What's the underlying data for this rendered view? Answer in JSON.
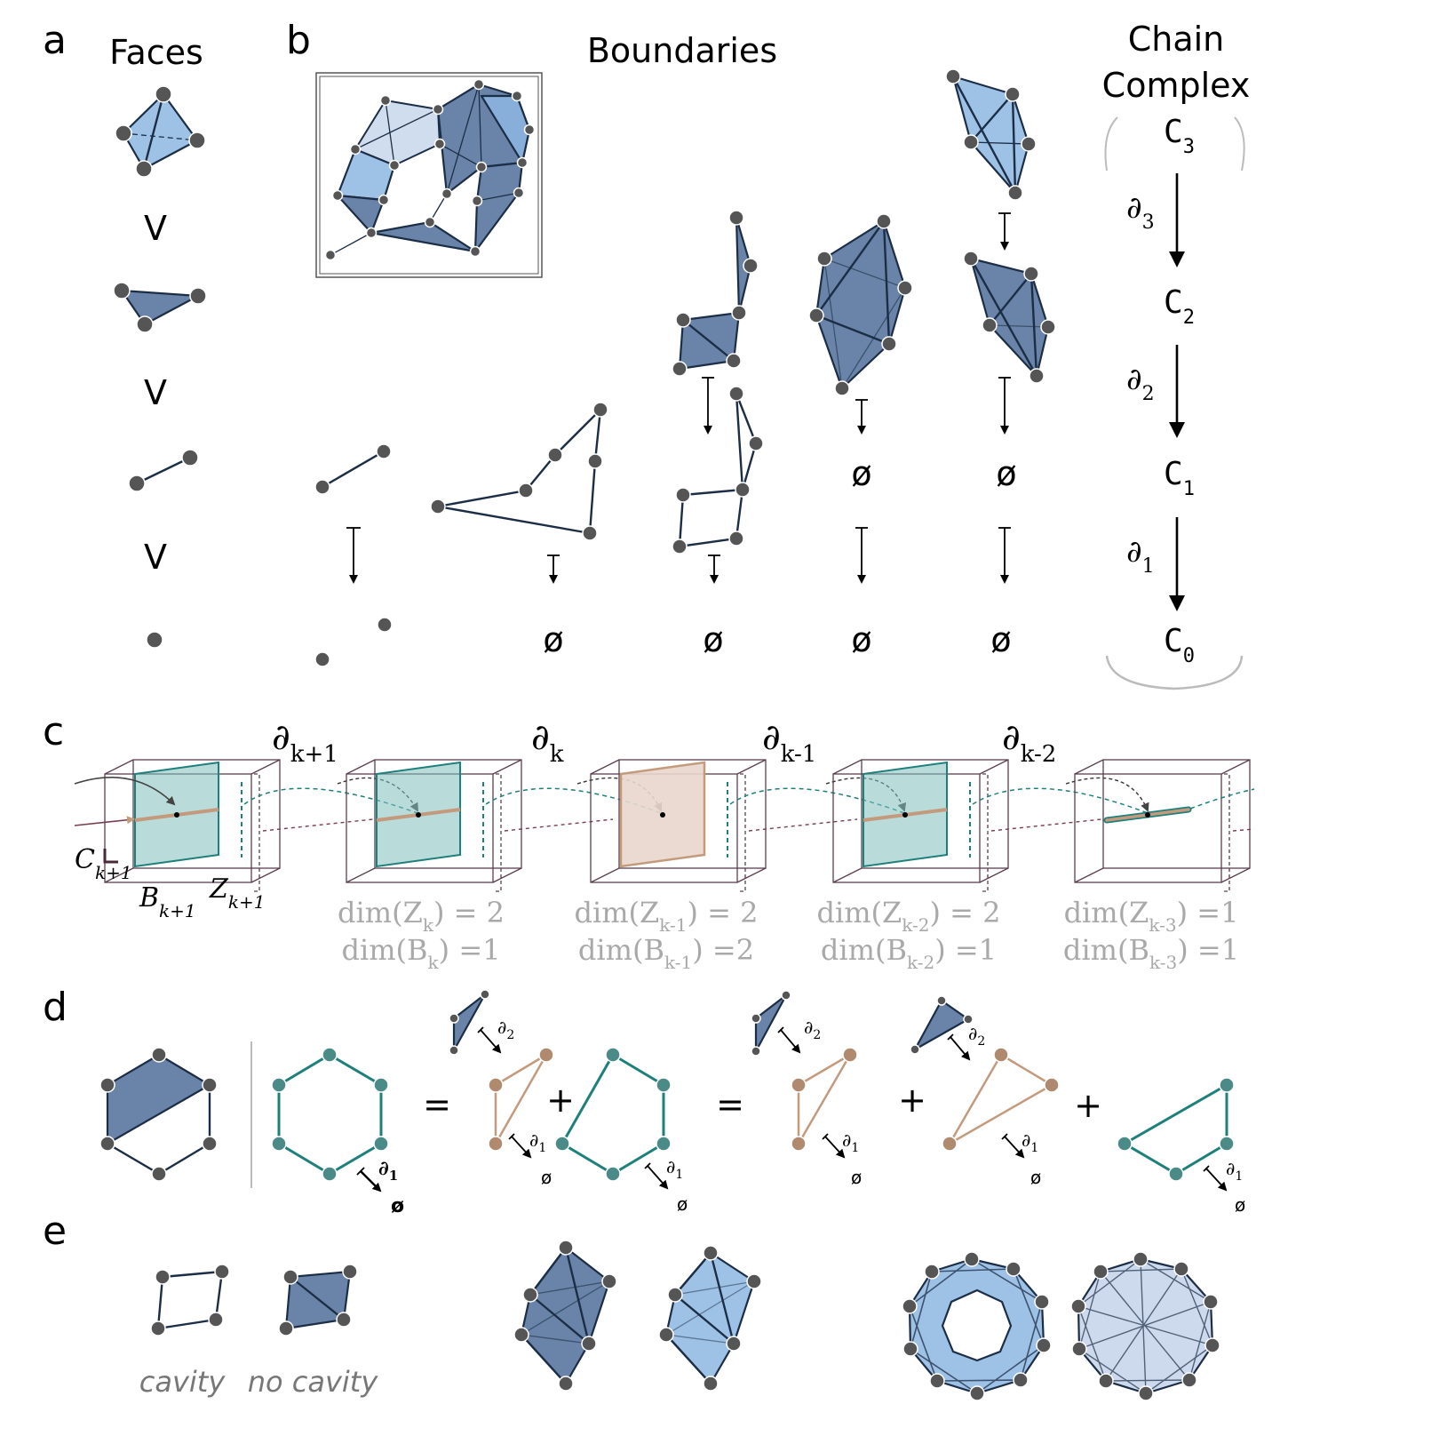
{
  "panels": {
    "a": "a",
    "b": "b",
    "c": "c",
    "d": "d",
    "e": "e"
  },
  "titles": {
    "faces": "Faces",
    "boundaries": "Boundaries",
    "chain_line1": "Chain",
    "chain_line2": "Complex"
  },
  "faces_order_symbol": "V",
  "empty_symbol": "ø",
  "chain_complex": {
    "spaces": [
      {
        "base": "C",
        "sub": "3"
      },
      {
        "base": "C",
        "sub": "2"
      },
      {
        "base": "C",
        "sub": "1"
      },
      {
        "base": "C",
        "sub": "0"
      }
    ],
    "maps": [
      {
        "base": "∂",
        "sub": "3"
      },
      {
        "base": "∂",
        "sub": "2"
      },
      {
        "base": "∂",
        "sub": "1"
      }
    ]
  },
  "panel_c": {
    "operators": [
      {
        "base": "∂",
        "sub": "k+1"
      },
      {
        "base": "∂",
        "sub": "k"
      },
      {
        "base": "∂",
        "sub": "k-1"
      },
      {
        "base": "∂",
        "sub": "k-2"
      }
    ],
    "space_labels": {
      "c": {
        "base": "C",
        "sub": "k+1"
      },
      "b": {
        "base": "B",
        "sub": "k+1"
      },
      "z": {
        "base": "Z",
        "sub": "k+1"
      }
    },
    "dims": [
      {
        "z_pre": "dim(Z",
        "z_sub": "k",
        "z_post": ") = 2",
        "b_pre": "dim(B",
        "b_sub": "k",
        "b_post": ") =1"
      },
      {
        "z_pre": "dim(Z",
        "z_sub": "k-1",
        "z_post": ") = 2",
        "b_pre": "dim(B",
        "b_sub": "k-1",
        "b_post": ") =2"
      },
      {
        "z_pre": "dim(Z",
        "z_sub": "k-2",
        "z_post": ") = 2",
        "b_pre": "dim(B",
        "b_sub": "k-2",
        "b_post": ") =1"
      },
      {
        "z_pre": "dim(Z",
        "z_sub": "k-3",
        "z_post": ") =1",
        "b_pre": "dim(B",
        "b_sub": "k-3",
        "b_post": ") =1"
      }
    ]
  },
  "panel_d": {
    "equals": "=",
    "plus": "+",
    "d1": {
      "base": "∂",
      "sub": "1"
    },
    "d2": {
      "base": "∂",
      "sub": "2"
    }
  },
  "panel_e": {
    "captions": [
      "cavity",
      "no cavity"
    ]
  },
  "colors": {
    "dark_face": "#4f6f99",
    "light_face": "#8db6e2",
    "pale_face": "#c4d4ea",
    "node": "#555555",
    "edge": "#1c2e46",
    "teal": "#1e807b",
    "tan": "#c49a7c",
    "boundary_fill": "#e8d6cc",
    "cycle_fill": "#7fc0bd",
    "gray_text": "#a9a9a9"
  }
}
